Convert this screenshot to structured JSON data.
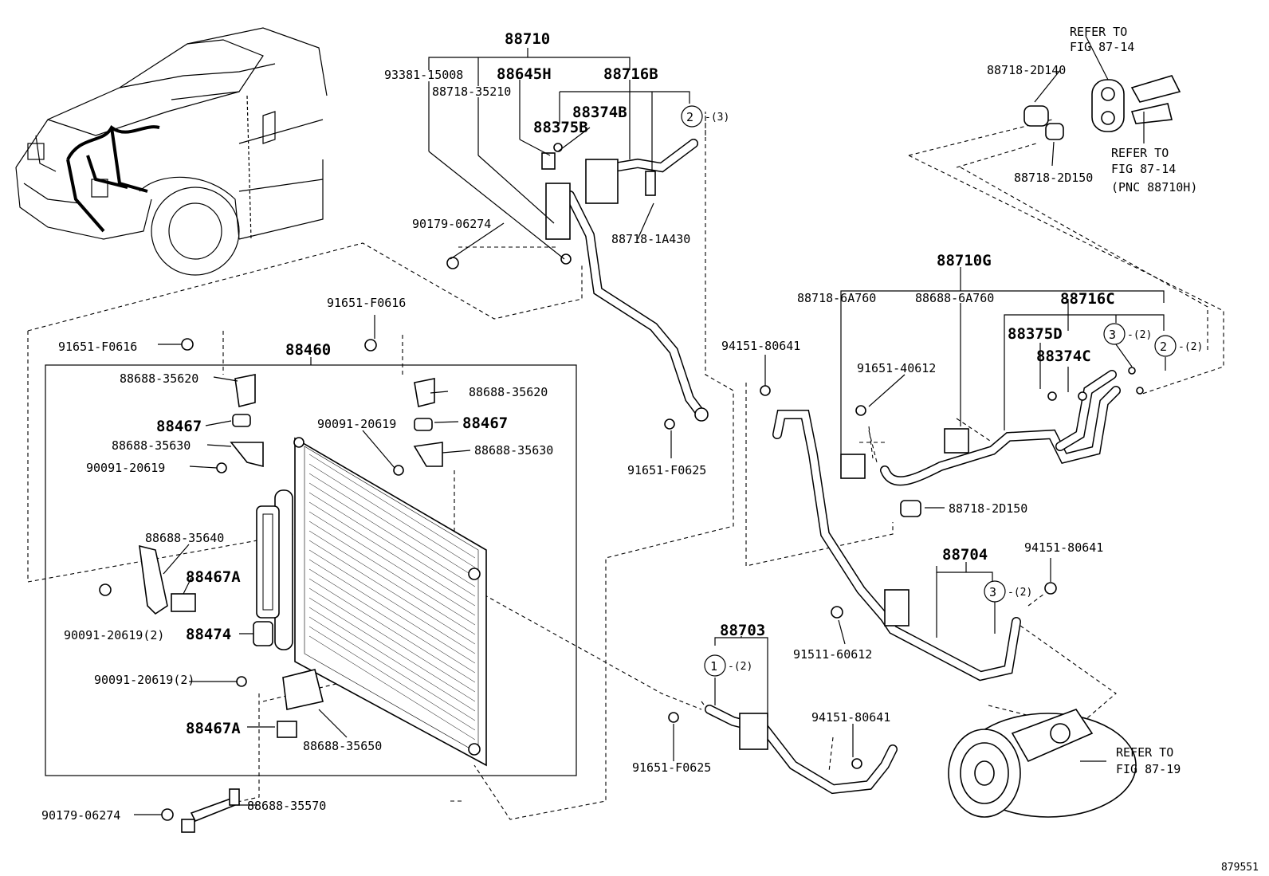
{
  "diagram_id": "879551",
  "headings": {
    "h88710": "88710",
    "h88716B": "88716B",
    "h88645H": "88645H",
    "h88374B": "88374B",
    "h88375B": "88375B",
    "h88710G": "88710G",
    "h88716C": "88716C",
    "h88375D": "88375D",
    "h88374C": "88374C",
    "h88460": "88460",
    "h88467a": "88467",
    "h88467b": "88467",
    "h88467A1": "88467A",
    "h88467A2": "88467A",
    "h88474": "88474",
    "h88704": "88704",
    "h88703": "88703"
  },
  "labels": {
    "l93381": "93381-15008",
    "l88718_35210": "88718-35210",
    "l88718_1A430": "88718-1A430",
    "l90179_top": "90179-06274",
    "l90179_bot": "90179-06274",
    "l91651_f0616_a": "91651-F0616",
    "l91651_f0616_b": "91651-F0616",
    "l88688_35620_a": "88688-35620",
    "l88688_35620_b": "88688-35620",
    "l88688_35630_a": "88688-35630",
    "l88688_35630_b": "88688-35630",
    "l90091_a": "90091-20619",
    "l90091_b": "90091-20619",
    "l88688_35640": "88688-35640",
    "l90091_c": "90091-20619(2)",
    "l90091_d": "90091-20619(2)",
    "l88688_35650": "88688-35650",
    "l88688_35570": "88688-35570",
    "l91651_f0625_a": "91651-F0625",
    "l91651_f0625_b": "91651-F0625",
    "l94151_a": "94151-80641",
    "l94151_b": "94151-80641",
    "l94151_c": "94151-80641",
    "l88718_6A760": "88718-6A760",
    "l88688_6A760": "88688-6A760",
    "l91651_40612": "91651-40612",
    "l88718_2D150_mid": "88718-2D150",
    "l91511_60612": "91511-60612",
    "l88718_2D140": "88718-2D140",
    "l88718_2D150_top": "88718-2D150",
    "refer1a": "REFER TO",
    "refer1b": "FIG 87-14",
    "refer2a": "REFER TO",
    "refer2b": "FIG 87-14",
    "refer2c": "(PNC 88710H)",
    "refer3a": "REFER TO",
    "refer3b": "FIG 87-19"
  },
  "callouts": {
    "c2_top": {
      "num": "2",
      "qty": "-(3)"
    },
    "c3_right": {
      "num": "3",
      "qty": "-(2)"
    },
    "c2_right": {
      "num": "2",
      "qty": "-(2)"
    },
    "c3_mid": {
      "num": "3",
      "qty": "-(2)"
    },
    "c1_bot": {
      "num": "1",
      "qty": "-(2)"
    }
  }
}
